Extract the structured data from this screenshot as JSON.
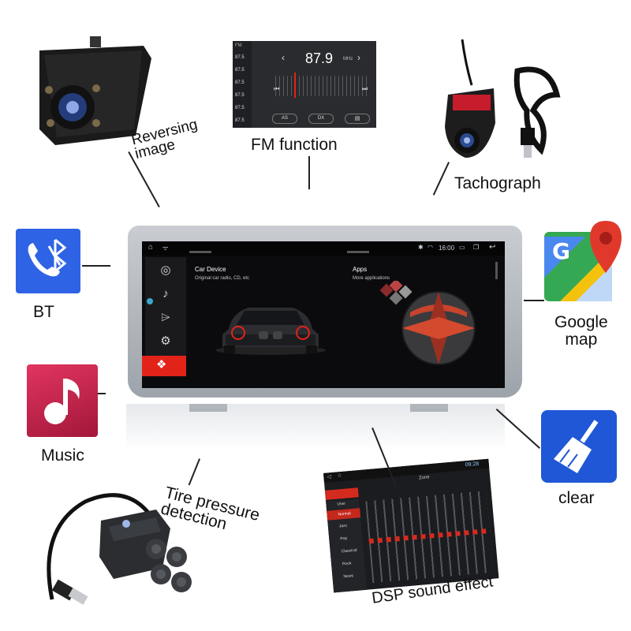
{
  "features": {
    "reversing": "Reversing\nimage",
    "fm": "FM  function",
    "tachograph": "Tachograph",
    "bt": "BT",
    "google": "Google\nmap",
    "music": "Music",
    "clear": "clear",
    "tire": "Tire pressure\ndetection",
    "dsp": "DSP sound effect"
  },
  "fm_screen": {
    "band": "FM",
    "freq": "87.9",
    "unit": "MHz",
    "presets": [
      "87.5",
      "87.5",
      "87.5",
      "87.5",
      "87.5",
      "87.5"
    ],
    "buttons": [
      "AS",
      "DX"
    ]
  },
  "head_unit": {
    "status_time": "16:00",
    "card_left_title": "Car Device",
    "card_left_sub": "Original car radio, CD, etc",
    "card_right_title": "Apps",
    "card_right_sub": "More applications"
  },
  "dsp_screen": {
    "time": "09:28",
    "tab": "Zone",
    "presets": [
      "User",
      "Normal",
      "Jazz",
      "Pop",
      "Classical",
      "Rock",
      "News"
    ]
  },
  "colors": {
    "bt_blue": "#2f63e6",
    "music_red": "#c71d4a",
    "clear_blue": "#1f57d6",
    "accent_red": "#e2231a"
  }
}
